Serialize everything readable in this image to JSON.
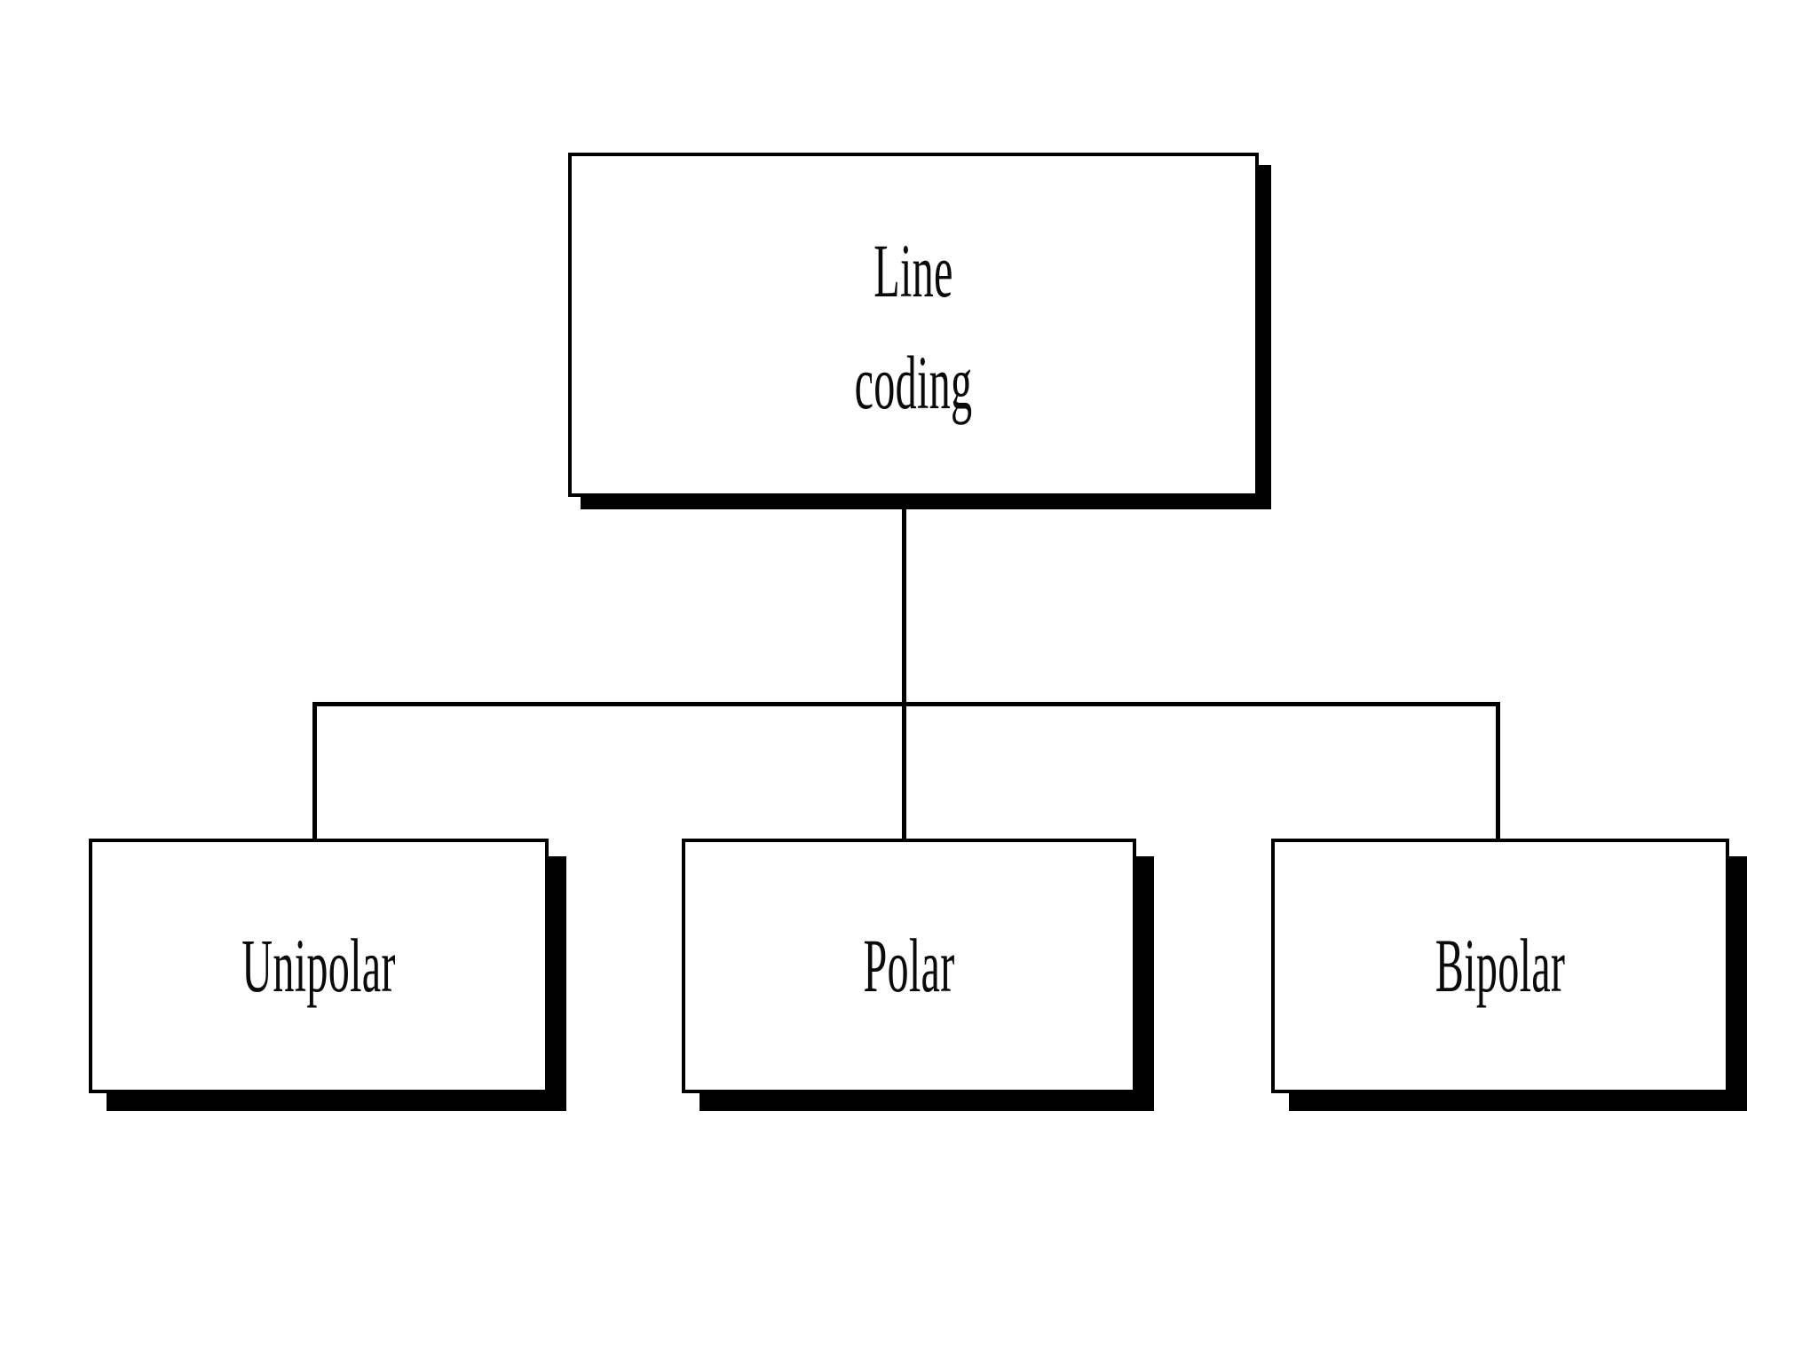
{
  "diagram": {
    "title": "Line coding",
    "type": "hierarchy-tree",
    "background_color": "#ffffff",
    "box_fill_color": "#ffffff",
    "box_border_color": "#000000",
    "shadow_color": "#000000",
    "text_color": "#0a0a0a",
    "root": {
      "id": "line-coding",
      "label_line1": "Line",
      "label_line2": "coding",
      "full_label": "Line coding"
    },
    "children": [
      {
        "id": "unipolar",
        "label": "Unipolar"
      },
      {
        "id": "polar",
        "label": "Polar"
      },
      {
        "id": "bipolar",
        "label": "Bipolar"
      }
    ],
    "edges": [
      {
        "from": "line-coding",
        "to": "unipolar"
      },
      {
        "from": "line-coding",
        "to": "polar"
      },
      {
        "from": "line-coding",
        "to": "bipolar"
      }
    ]
  }
}
